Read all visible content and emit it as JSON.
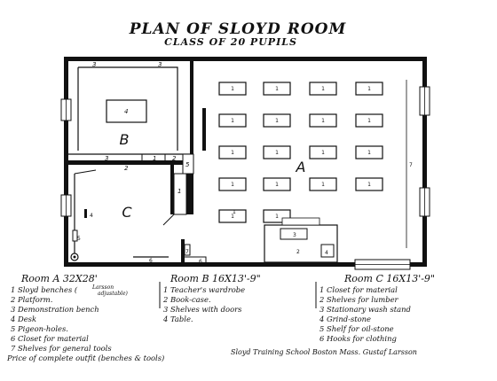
{
  "title": "PLAN OF SLOYD ROOM",
  "subtitle": "CLASS OF 20 PUPILS",
  "plan": {
    "room_labels": [
      "A",
      "B",
      "C"
    ],
    "bench_mark": "1",
    "room_b_numbers": [
      "3",
      "3",
      "4",
      "3",
      "1",
      "2",
      "2",
      "5",
      "1"
    ],
    "room_a_numbers": [
      "1",
      "3",
      "2",
      "4",
      "6",
      "7",
      "6"
    ],
    "room_c_numbers": [
      "4",
      "5",
      "6",
      "7"
    ]
  },
  "legends": {
    "room_a": {
      "heading": "Room A 32X28'",
      "items": [
        "1 Sloyd benches (",
        "2 Platform.",
        "3 Demonstration bench",
        "4 Desk",
        "5 Pigeon-holes.",
        "6 Closet for material",
        "7 Shelves for general tools",
        "Price of complete outfit (benches & tools)"
      ],
      "note_line1": "Larsson",
      "note_line2": "adjustable)"
    },
    "room_b": {
      "heading": "Room B 16X13'-9\"",
      "items": [
        "1 Teacher's wardrobe",
        "2 Book-case.",
        "3 Shelves with doors",
        "4 Table."
      ]
    },
    "room_c": {
      "heading": "Room C 16X13'-9\"",
      "items": [
        "1 Closet for material",
        "2 Shelves for lumber",
        "3 Stationary wash stand",
        "4 Grind-stone",
        "5 Shelf for oil-stone",
        "6 Hooks for clothing"
      ]
    }
  },
  "footer": "Sloyd Training School Boston Mass. Gustaf Larsson"
}
